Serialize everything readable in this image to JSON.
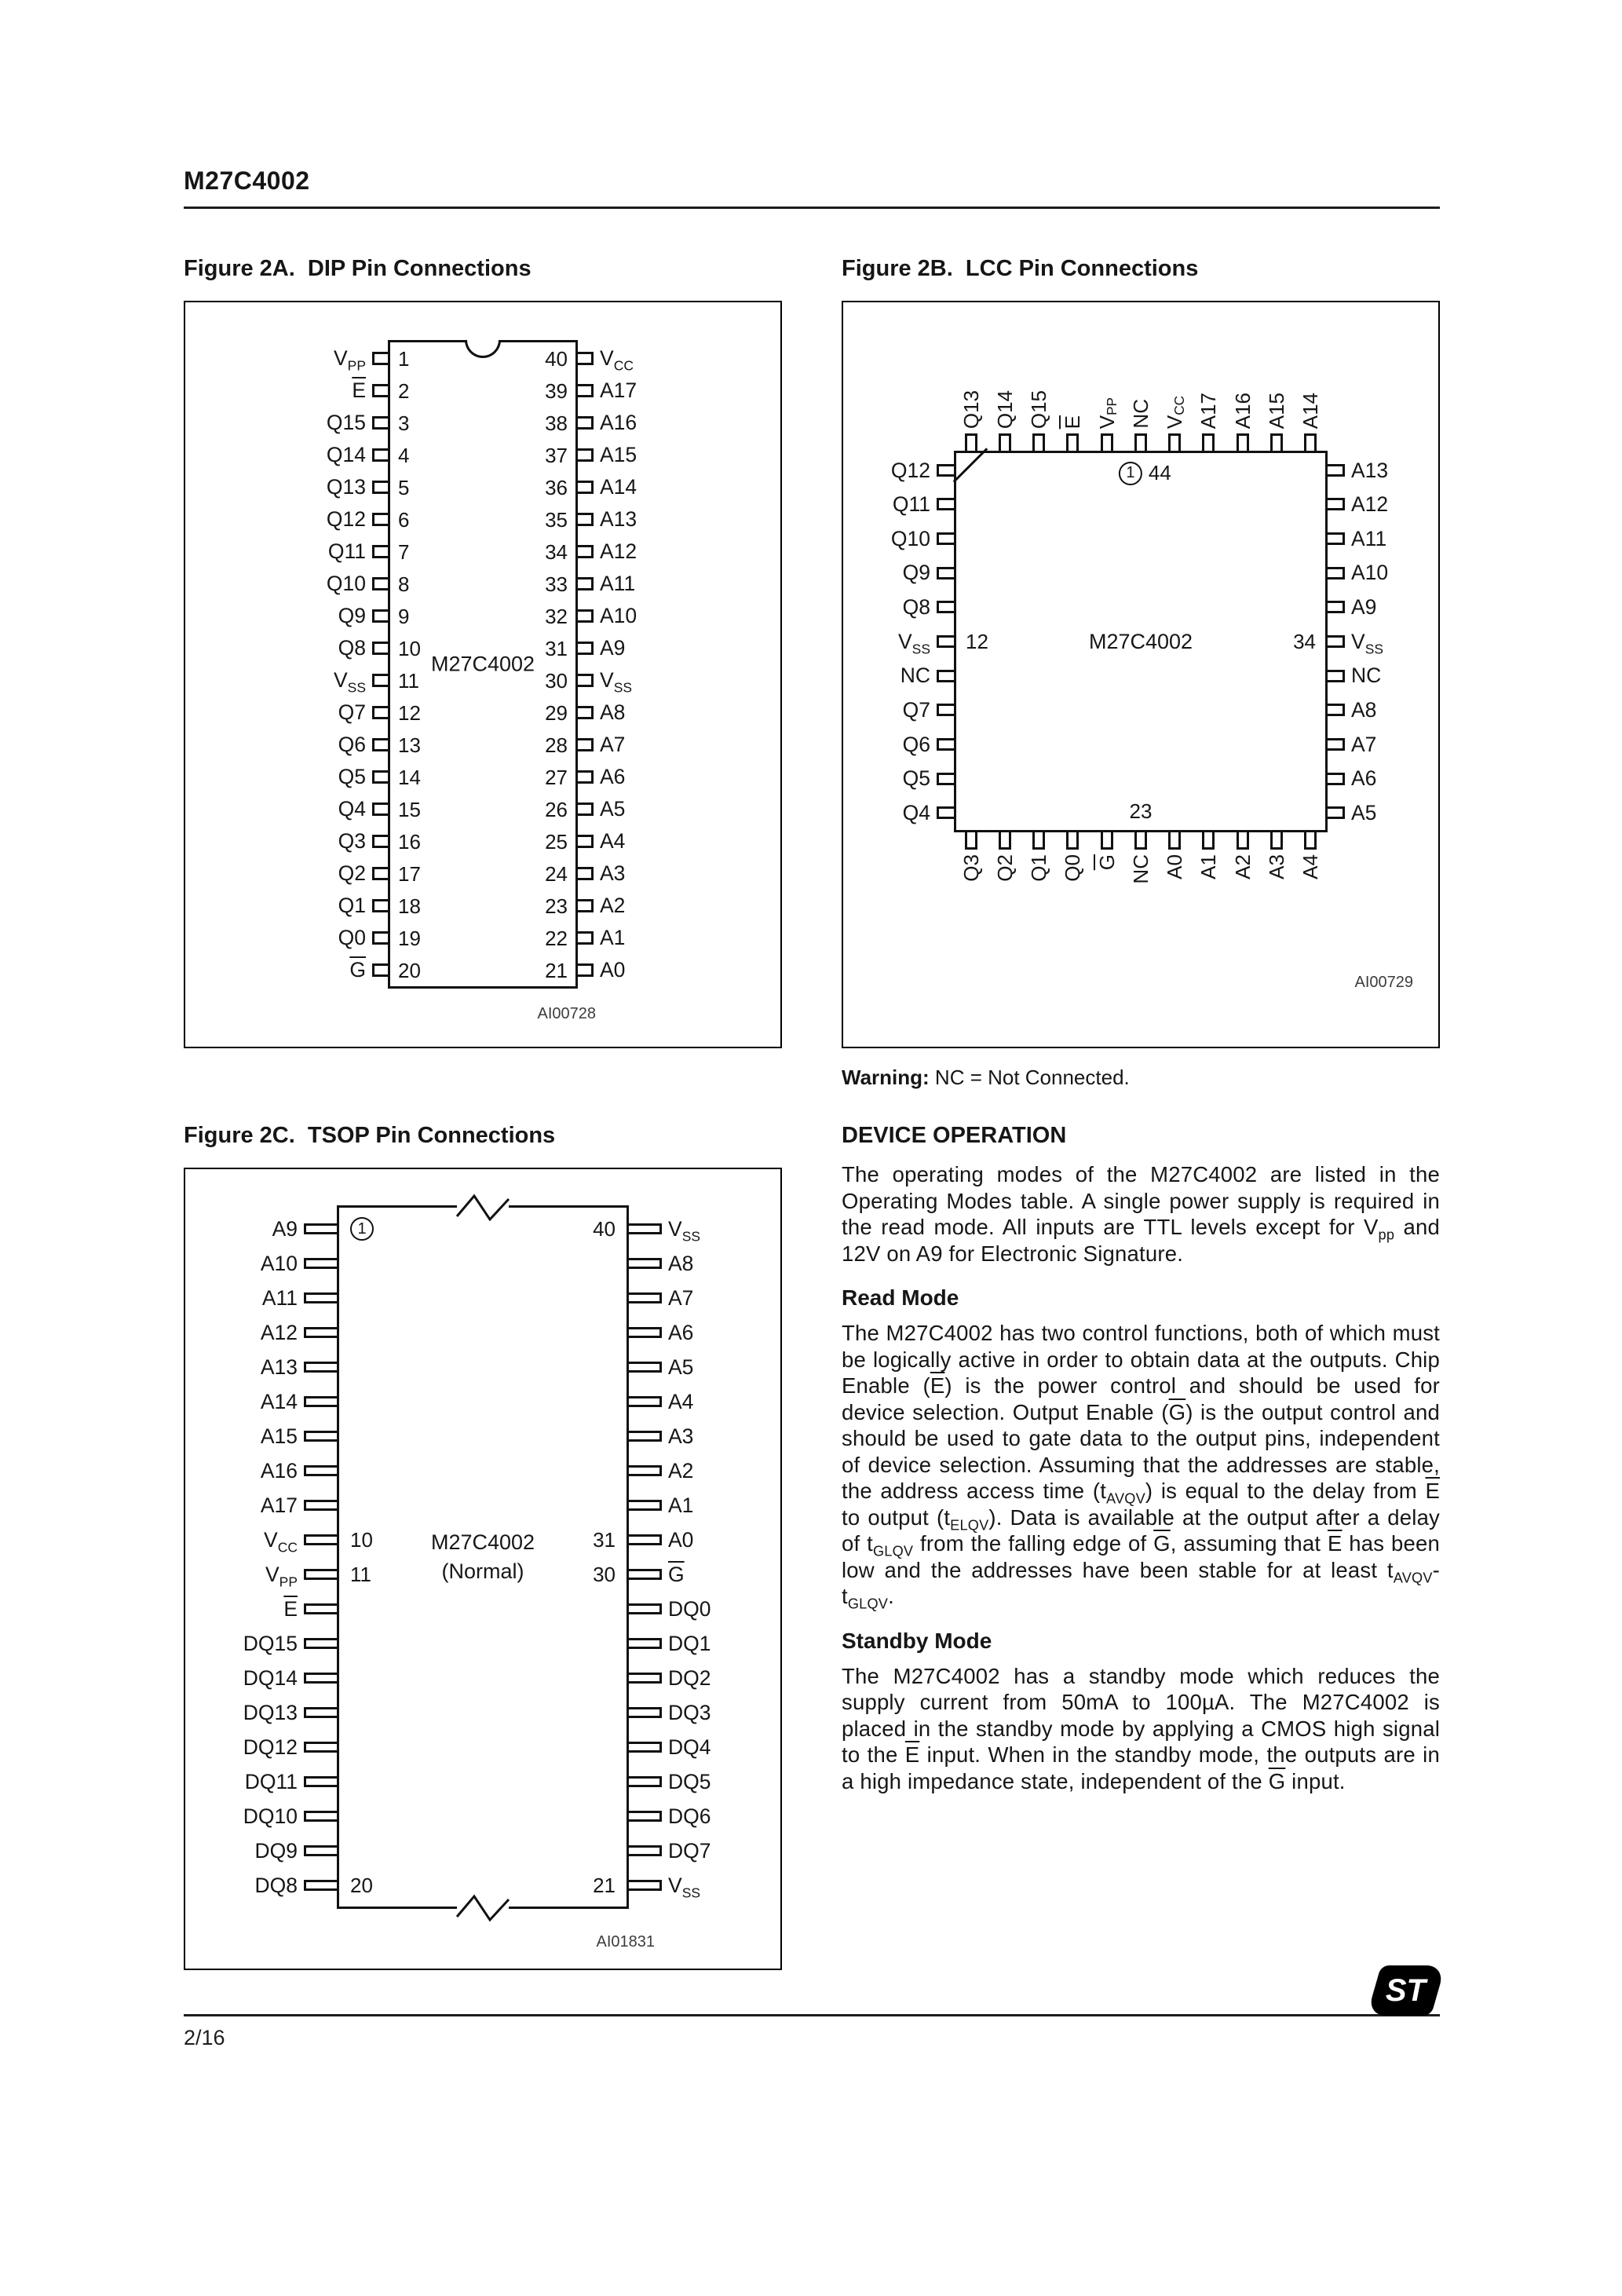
{
  "page": {
    "title": "M27C4002",
    "page_number": "2/16",
    "logo": "ST"
  },
  "fig2a": {
    "title": "Figure 2A.  DIP Pin Connections",
    "chip": "M27C4002",
    "ref": "AI00728",
    "left": [
      {
        "l": "V{_PP}",
        "n": "1"
      },
      {
        "l": "{^E}",
        "n": "2"
      },
      {
        "l": "Q15",
        "n": "3"
      },
      {
        "l": "Q14",
        "n": "4"
      },
      {
        "l": "Q13",
        "n": "5"
      },
      {
        "l": "Q12",
        "n": "6"
      },
      {
        "l": "Q11",
        "n": "7"
      },
      {
        "l": "Q10",
        "n": "8"
      },
      {
        "l": "Q9",
        "n": "9"
      },
      {
        "l": "Q8",
        "n": "10"
      },
      {
        "l": "V{_SS}",
        "n": "11"
      },
      {
        "l": "Q7",
        "n": "12"
      },
      {
        "l": "Q6",
        "n": "13"
      },
      {
        "l": "Q5",
        "n": "14"
      },
      {
        "l": "Q4",
        "n": "15"
      },
      {
        "l": "Q3",
        "n": "16"
      },
      {
        "l": "Q2",
        "n": "17"
      },
      {
        "l": "Q1",
        "n": "18"
      },
      {
        "l": "Q0",
        "n": "19"
      },
      {
        "l": "{^G}",
        "n": "20"
      }
    ],
    "right": [
      {
        "l": "V{_CC}",
        "n": "40"
      },
      {
        "l": "A17",
        "n": "39"
      },
      {
        "l": "A16",
        "n": "38"
      },
      {
        "l": "A15",
        "n": "37"
      },
      {
        "l": "A14",
        "n": "36"
      },
      {
        "l": "A13",
        "n": "35"
      },
      {
        "l": "A12",
        "n": "34"
      },
      {
        "l": "A11",
        "n": "33"
      },
      {
        "l": "A10",
        "n": "32"
      },
      {
        "l": "A9",
        "n": "31"
      },
      {
        "l": "V{_SS}",
        "n": "30"
      },
      {
        "l": "A8",
        "n": "29"
      },
      {
        "l": "A7",
        "n": "28"
      },
      {
        "l": "A6",
        "n": "27"
      },
      {
        "l": "A5",
        "n": "26"
      },
      {
        "l": "A4",
        "n": "25"
      },
      {
        "l": "A3",
        "n": "24"
      },
      {
        "l": "A2",
        "n": "23"
      },
      {
        "l": "A1",
        "n": "22"
      },
      {
        "l": "A0",
        "n": "21"
      }
    ]
  },
  "fig2b": {
    "title": "Figure 2B.  LCC Pin Connections",
    "chip": "M27C4002",
    "ref": "AI00729",
    "top": [
      "Q13",
      "Q14",
      "Q15",
      "{^E}",
      "V{_PP}",
      "NC",
      "V{_CC}",
      "A17",
      "A16",
      "A15",
      "A14"
    ],
    "left": [
      "Q12",
      "Q11",
      "Q10",
      "Q9",
      "Q8",
      "V{_SS}",
      "NC",
      "Q7",
      "Q6",
      "Q5",
      "Q4"
    ],
    "right": [
      "A13",
      "A12",
      "A11",
      "A10",
      "A9",
      "V{_SS}",
      "NC",
      "A8",
      "A7",
      "A6",
      "A5"
    ],
    "bottom": [
      "Q3",
      "Q2",
      "Q1",
      "Q0",
      "{^G}",
      "NC",
      "A0",
      "A1",
      "A2",
      "A3",
      "A4"
    ],
    "pin1": "1",
    "pin1_num": "44",
    "left_num": "12",
    "right_num": "34",
    "bottom_num": "23",
    "warning_label": "Warning:",
    "warning_text": " NC = Not Connected."
  },
  "fig2c": {
    "title": "Figure 2C.  TSOP Pin Connections",
    "chip": "M27C4002",
    "chip2": "(Normal)",
    "ref": "AI01831",
    "left": [
      {
        "l": "A9",
        "n": "1",
        "c": true
      },
      {
        "l": "A10"
      },
      {
        "l": "A11"
      },
      {
        "l": "A12"
      },
      {
        "l": "A13"
      },
      {
        "l": "A14"
      },
      {
        "l": "A15"
      },
      {
        "l": "A16"
      },
      {
        "l": "A17"
      },
      {
        "l": "V{_CC}",
        "n": "10"
      },
      {
        "l": "V{_PP}",
        "n": "11"
      },
      {
        "l": "{^E}"
      },
      {
        "l": "DQ15"
      },
      {
        "l": "DQ14"
      },
      {
        "l": "DQ13"
      },
      {
        "l": "DQ12"
      },
      {
        "l": "DQ11"
      },
      {
        "l": "DQ10"
      },
      {
        "l": "DQ9"
      },
      {
        "l": "DQ8",
        "n": "20"
      }
    ],
    "right": [
      {
        "l": "V{_SS}",
        "n": "40"
      },
      {
        "l": "A8"
      },
      {
        "l": "A7"
      },
      {
        "l": "A6"
      },
      {
        "l": "A5"
      },
      {
        "l": "A4"
      },
      {
        "l": "A3"
      },
      {
        "l": "A2"
      },
      {
        "l": "A1"
      },
      {
        "l": "A0",
        "n": "31"
      },
      {
        "l": "{^G}",
        "n": "30"
      },
      {
        "l": "DQ0"
      },
      {
        "l": "DQ1"
      },
      {
        "l": "DQ2"
      },
      {
        "l": "DQ3"
      },
      {
        "l": "DQ4"
      },
      {
        "l": "DQ5"
      },
      {
        "l": "DQ6"
      },
      {
        "l": "DQ7"
      },
      {
        "l": "V{_SS}",
        "n": "21"
      }
    ]
  },
  "device_operation": {
    "heading": "DEVICE OPERATION",
    "intro": "The operating modes of the M27C4002 are listed in the Operating Modes table. A single power supply is required in the read mode.  All inputs are TTL levels except for V{_pp} and 12V on A9 for Electronic Signature.",
    "read_heading": "Read Mode",
    "read_text": "The M27C4002 has two control functions, both of which must be logically active in order to obtain data at the outputs.  Chip Enable ({^E}) is the power control and should be used for device selection. Output Enable ({^G}) is the output control and should be used to gate data to the output pins, independent of device selection.  Assuming that the addresses are stable, the address access time (t{_AVQV}) is equal to the delay from {^E} to output (t{_ELQV}). Data is available at the output after a delay of t{_GLQV} from the falling edge of {^G}, assuming that {^E} has been low and the addresses have been stable for at least t{_AVQV}-t{_GLQV}.",
    "standby_heading": "Standby Mode",
    "standby_text": "The M27C4002 has a standby mode which reduces the supply current from 50mA to 100µA. The M27C4002 is placed in the standby mode by applying a CMOS high signal to the {^E} input.  When in the standby mode, the outputs are in a high impedance state, independent of the {^G} input."
  }
}
